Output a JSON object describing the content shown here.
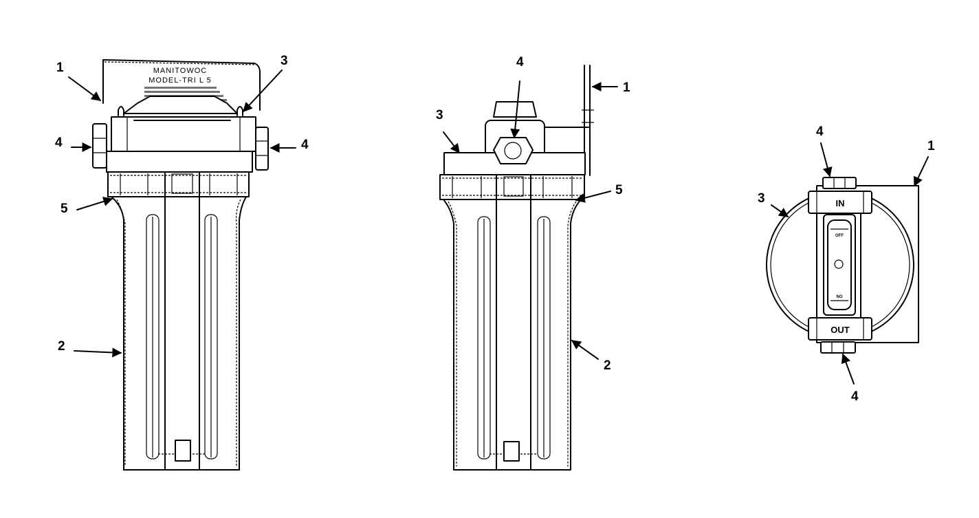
{
  "left_view": {
    "callouts": {
      "c1": "1",
      "c2": "2",
      "c3": "3",
      "c4_left": "4",
      "c4_right": "4",
      "c5": "5"
    },
    "plate": {
      "title_line1": "MANITOWOC",
      "title_line2": "MODEL-TRI L 5"
    }
  },
  "middle_view": {
    "callouts": {
      "c1": "1",
      "c2": "2",
      "c3": "3",
      "c4": "4",
      "c5": "5"
    }
  },
  "top_view": {
    "callouts": {
      "c1": "1",
      "c3": "3",
      "c4_top": "4",
      "c4_bottom": "4"
    },
    "ports": {
      "inlet": "IN",
      "outlet": "OUT"
    },
    "valve": {
      "off": "OFF",
      "on": "NO"
    }
  }
}
